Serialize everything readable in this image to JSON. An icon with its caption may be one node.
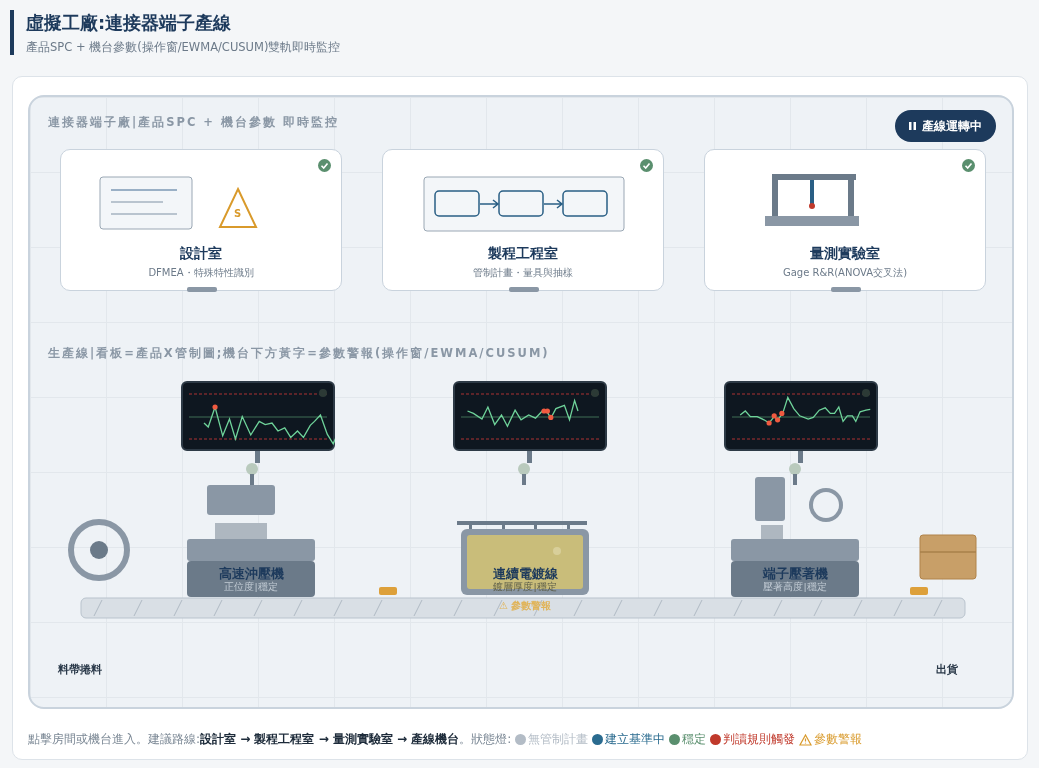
{
  "diagram": {
    "title": "虛擬工廠:連接器端子產線",
    "nodes": [
      {
        "text": [
          "設計室",
          "DFMEA・特殊特性識別"
        ]
      },
      {
        "text": [
          "製程工程室",
          "管制計畫・量具與抽樣"
        ]
      },
      {
        "text": [
          "量測實驗室",
          "Gage R&R(ANOVA交叉法)"
        ]
      },
      {
        "text": [
          "高速沖壓機",
          "正位度|穩定"
        ]
      },
      {
        "text": [
          "連續電鍍線",
          "鍍層厚度|穩定"
        ],
        "beside": [
          "⚠ 參數警報"
        ]
      },
      {
        "text": [
          "端子壓著機",
          "壓著高度|穩定"
        ]
      },
      {
        "text": [
          "料帶捲料"
        ]
      },
      {
        "text": [
          "出貨"
        ]
      }
    ],
    "edges": [],
    "labels": [
      "產品SPC + 機台參數(操作窗/EWMA/CUSUM)雙軌即時監控",
      "連接器端子廠|產品SPC + 機台參數 即時監控",
      "產線運轉中",
      "S",
      "生產線|看板=產品X管制圖;機台下方黃字=參數警報(操作窗/EWMA/CUSUM)",
      "點擊房間或機台進入。建議路線:**設計室 → 製程工程室 → 量測實驗室 → 產線機台**。狀態燈:"
    ],
    "legend": [
      {
        "text": "無管制計畫",
        "color": "#b3bcc6"
      },
      {
        "text": "建立基準中",
        "color": "#2a6b8f"
      },
      {
        "text": "穩定",
        "color": "#5a8f6e"
      },
      {
        "text": "判讀規則觸發",
        "color": "#c0392b"
      },
      {
        "text": "參數警報"
      }
    ]
  }
}
